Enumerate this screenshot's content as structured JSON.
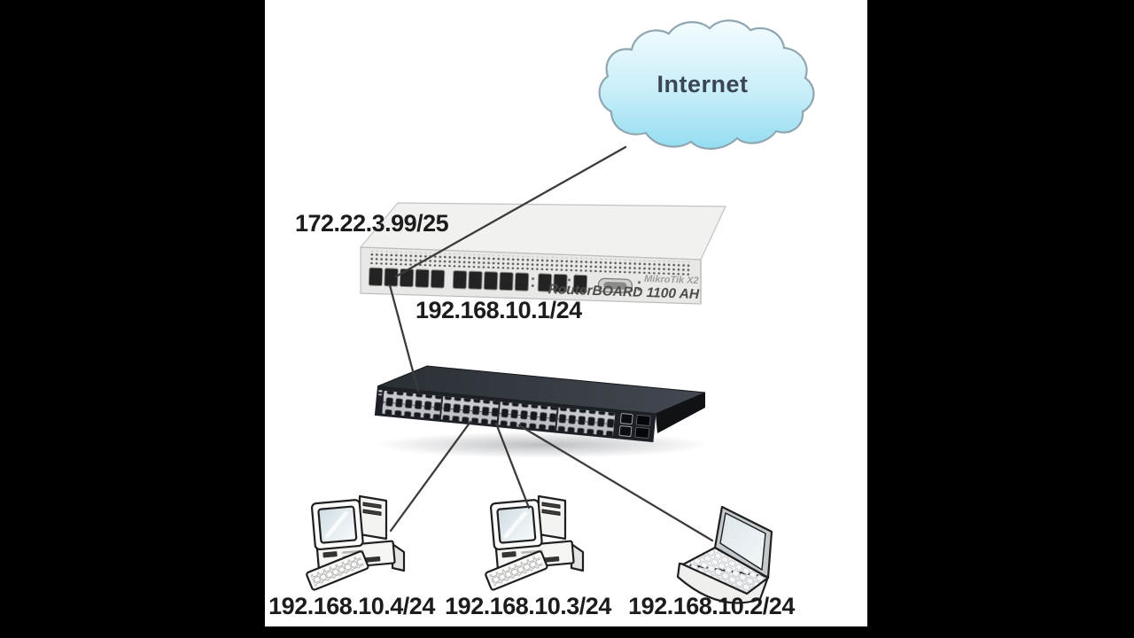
{
  "frame": {
    "background_color": "#000000",
    "canvas_color": "#ffffff"
  },
  "diagram": {
    "internet_cloud": {
      "label": "Internet"
    },
    "router": {
      "brand": "MikroTik X2",
      "model": "RouterBOARD 1100 AH",
      "wan_ip_label": "172.22.3.99/25",
      "lan_ip_label": "192.168.10.1/24"
    },
    "hosts": [
      {
        "icon": "desktop-pc-icon",
        "ip_label": "192.168.10.4/24"
      },
      {
        "icon": "desktop-pc-icon",
        "ip_label": "192.168.10.3/24"
      },
      {
        "icon": "laptop-icon",
        "ip_label": "192.168.10.2/24"
      }
    ],
    "colors": {
      "cloud_fill_top": "#f2fbfe",
      "cloud_fill_bottom": "#93ddf1",
      "link_line": "#3b3b3b"
    }
  }
}
